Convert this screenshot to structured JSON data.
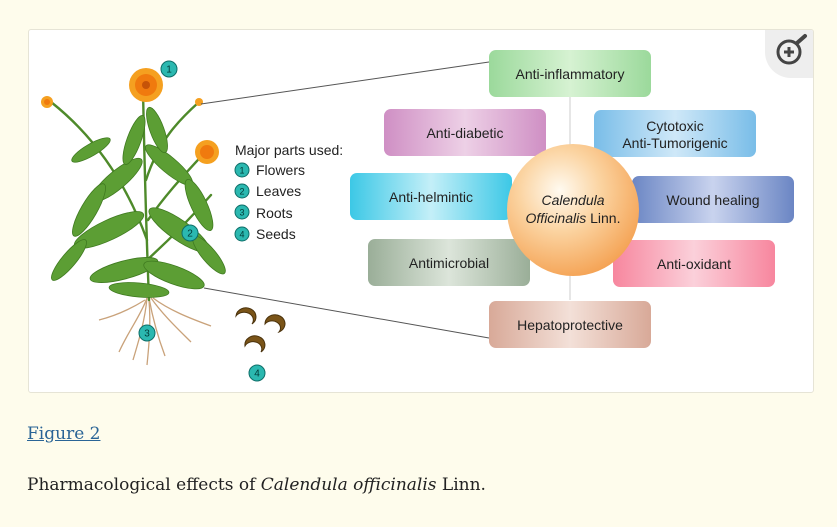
{
  "parts": {
    "heading": "Major parts used:",
    "items": [
      {
        "num": "1",
        "label": "Flowers"
      },
      {
        "num": "2",
        "label": "Leaves"
      },
      {
        "num": "3",
        "label": "Roots"
      },
      {
        "num": "4",
        "label": "Seeds"
      }
    ]
  },
  "center": {
    "line1": "Calendula",
    "line2_italic": "Officinalis",
    "line2_rest": " Linn."
  },
  "effects": {
    "anti_inflammatory": "Anti-inflammatory",
    "anti_diabetic": "Anti-diabetic",
    "cytotoxic_1": "Cytotoxic",
    "cytotoxic_2": "Anti-Tumorigenic",
    "anti_helmintic": "Anti-helmintic",
    "wound_healing": "Wound healing",
    "antimicrobial": "Antimicrobial",
    "anti_oxidant": "Anti-oxidant",
    "hepatoprotective": "Hepatoprotective"
  },
  "figure_link": "Figure 2",
  "caption": {
    "prefix": "Pharmacological effects of ",
    "species": "Calendula officinalis",
    "suffix": " Linn."
  }
}
